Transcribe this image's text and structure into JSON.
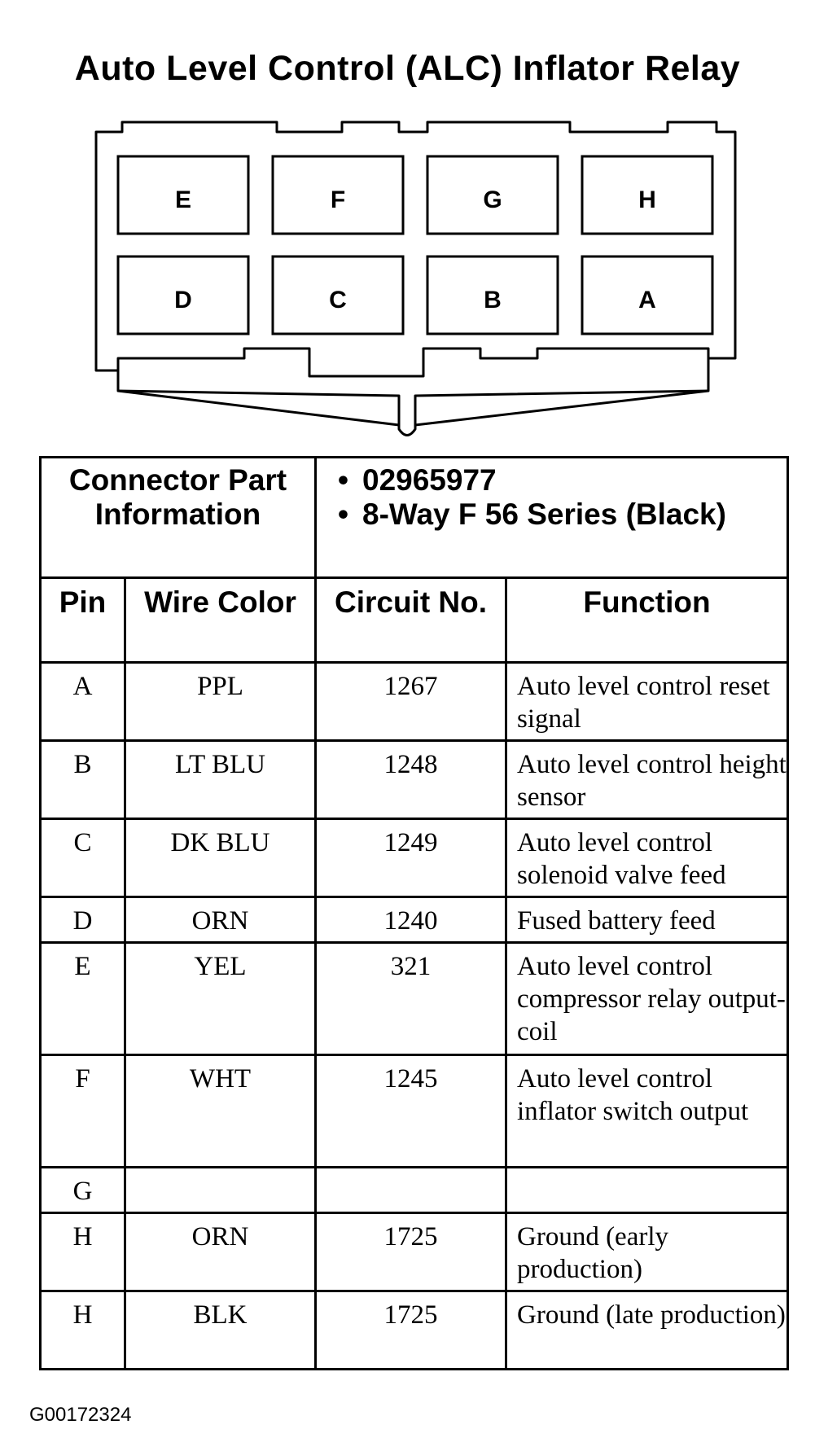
{
  "title": "Auto Level Control (ALC) Inflator Relay",
  "connector": {
    "top_row": [
      "E",
      "F",
      "G",
      "H"
    ],
    "bottom_row": [
      "D",
      "C",
      "B",
      "A"
    ]
  },
  "connector_info": {
    "label": "Connector Part Information",
    "items": [
      "02965977",
      "8-Way F 56 Series (Black)"
    ]
  },
  "headers": {
    "pin": "Pin",
    "wire_color": "Wire Color",
    "circuit_no": "Circuit No.",
    "function": "Function"
  },
  "rows": [
    {
      "pin": "A",
      "wire_color": "PPL",
      "circuit": "1267",
      "function": "Auto level control reset signal"
    },
    {
      "pin": "B",
      "wire_color": "LT BLU",
      "circuit": "1248",
      "function": "Auto level control height sensor"
    },
    {
      "pin": "C",
      "wire_color": "DK BLU",
      "circuit": "1249",
      "function": "Auto level control solenoid valve feed"
    },
    {
      "pin": "D",
      "wire_color": "ORN",
      "circuit": "1240",
      "function": "Fused battery feed"
    },
    {
      "pin": "E",
      "wire_color": "YEL",
      "circuit": "321",
      "function": "Auto level control compressor relay output-coil"
    },
    {
      "pin": "F",
      "wire_color": "WHT",
      "circuit": "1245",
      "function": "Auto level control inflator switch output"
    },
    {
      "pin": "G",
      "wire_color": "",
      "circuit": "",
      "function": ""
    },
    {
      "pin": "H",
      "wire_color": "ORN",
      "circuit": "1725",
      "function": "Ground (early production)"
    },
    {
      "pin": "H",
      "wire_color": "BLK",
      "circuit": "1725",
      "function": "Ground (late production)"
    }
  ],
  "figure_id": "G00172324"
}
